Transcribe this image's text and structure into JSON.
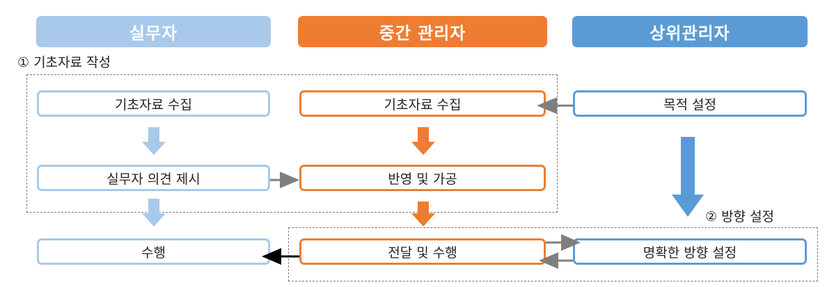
{
  "headers": {
    "practitioner": "실무자",
    "middle_manager": "중간 관리자",
    "senior_manager": "상위관리자"
  },
  "section_labels": {
    "step1": "① 기초자료 작성",
    "step2": "② 방향 설정"
  },
  "boxes": {
    "p_collect": "기초자료 수집",
    "p_opinion": "실무자 의견 제시",
    "p_execute": "수행",
    "m_collect": "기초자료 수집",
    "m_reflect": "반영 및 가공",
    "m_deliver": "전달 및 수행",
    "s_goal": "목적 설정",
    "s_direction": "명확한 방향 설정"
  },
  "colors": {
    "practitioner": "#a8c9ea",
    "middle_manager": "#ee7d31",
    "senior_manager": "#5b9bd5",
    "connector_gray": "#7f7f7f",
    "connector_black": "#000000"
  }
}
